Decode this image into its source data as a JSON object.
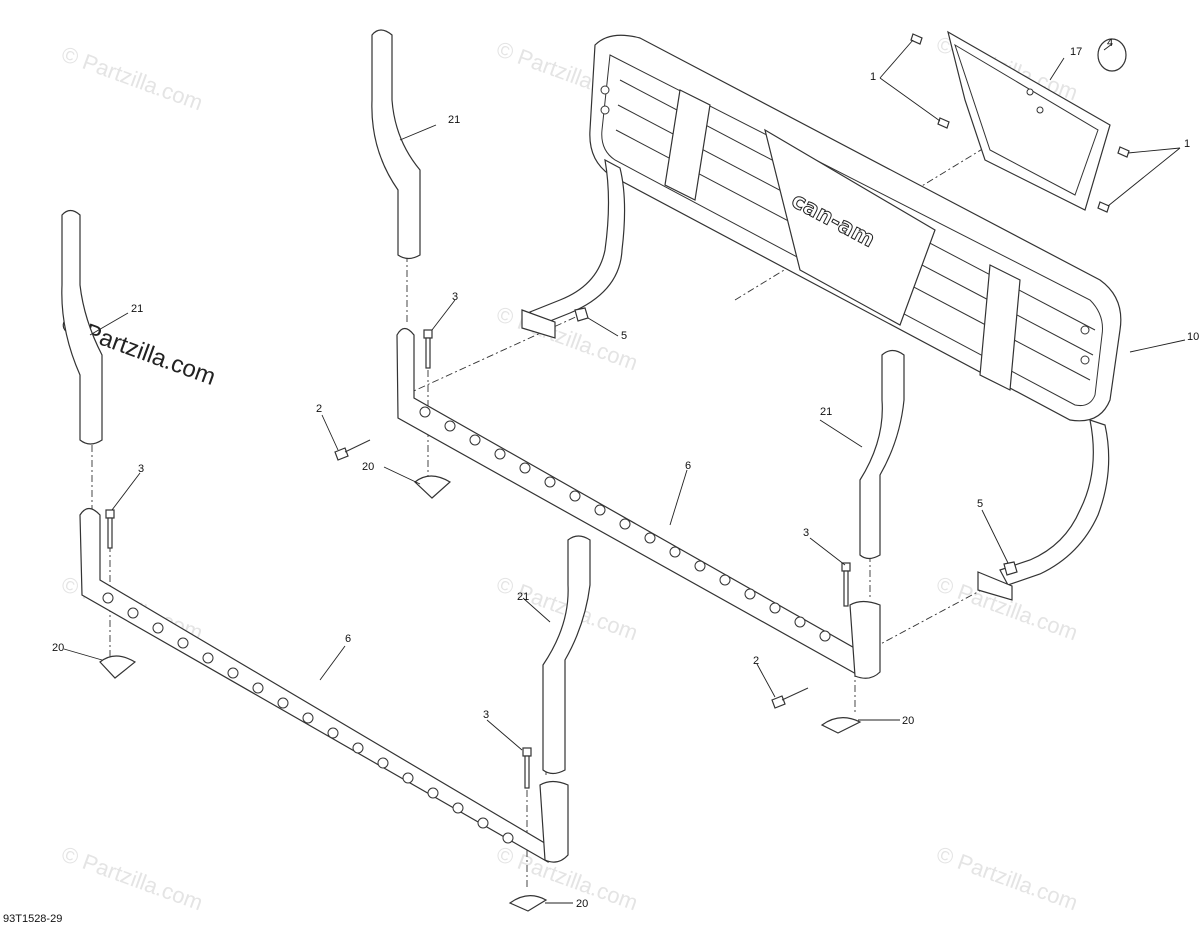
{
  "brand_mark": "can-am",
  "watermark": {
    "text": "© Partzilla.com",
    "main_text": "© Partzilla.com"
  },
  "drawing_code": "93T1528-29",
  "callouts": {
    "c1a": "1",
    "c1b": "1",
    "c2a": "2",
    "c2b": "2",
    "c3a": "3",
    "c3b": "3",
    "c3c": "3",
    "c3d": "3",
    "c4": "4",
    "c5a": "5",
    "c5b": "5",
    "c6a": "6",
    "c6b": "6",
    "c10": "10",
    "c17": "17",
    "c20a": "20",
    "c20b": "20",
    "c20c": "20",
    "c20d": "20",
    "c21a": "21",
    "c21b": "21",
    "c21c": "21",
    "c21d": "21"
  }
}
